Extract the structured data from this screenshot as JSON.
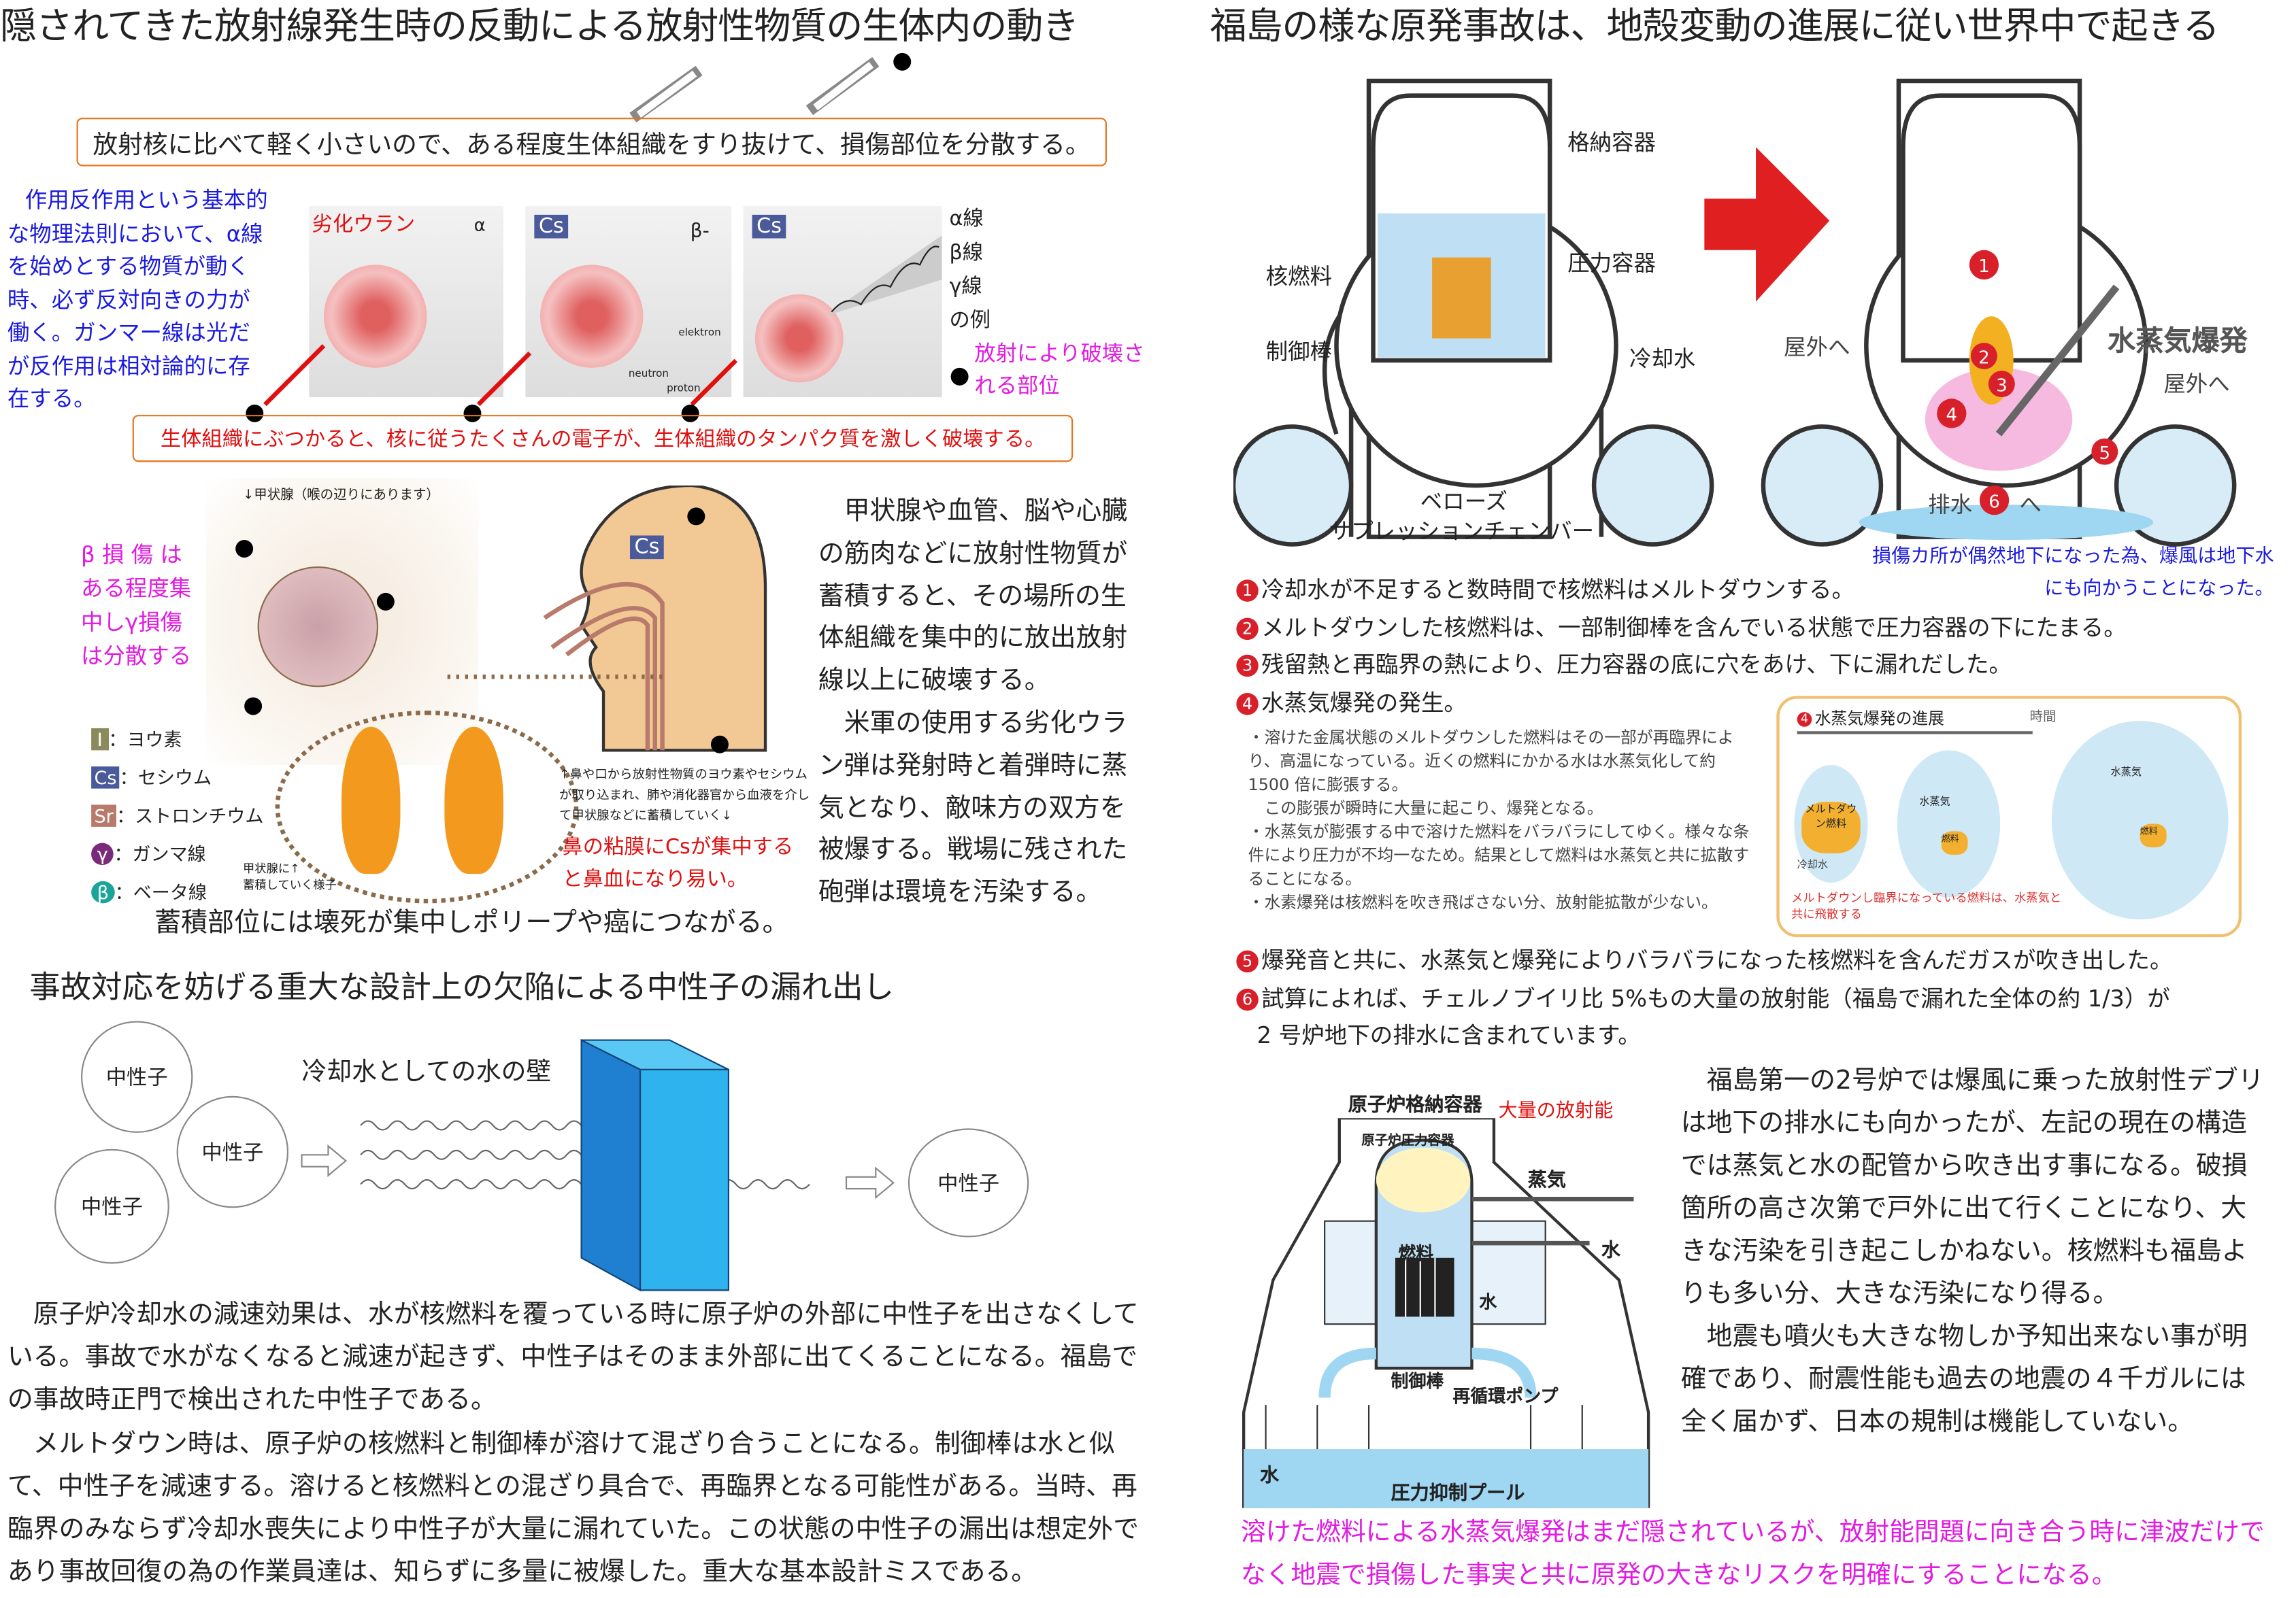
{
  "left": {
    "title": "隠されてきた放射線発生時の反動による放射性物質の生体内の動き",
    "top_box": "放射核に比べて軽く小さいので、ある程度生体組織をすり抜けて、損傷部位を分散する。",
    "physics_note": "作用反作用という基本的な物理法則において、α線を始めとする物質が動く時、必ず反対向きの力が働く。ガンマー線は光だが反作用は相対論的に存在する。",
    "atom_labels": {
      "uranium": "劣化ウラン",
      "cs": "Cs",
      "alpha": "α",
      "beta": "β-",
      "electron": "elektron",
      "neutron": "neutron",
      "proton": "proton"
    },
    "ray_labels": [
      "α線",
      "β線",
      "γ線",
      "の例"
    ],
    "damage_note": "放射により破壊される部位",
    "bottom_box": "生体組織にぶつかると、核に従うたくさんの電子が、生体組織のタンパク質を激しく破壊する。",
    "thyroid_caption": "↓甲状腺（喉の辺りにあります）",
    "beta_note": [
      "β 損 傷 は",
      "ある程度集",
      "中しγ損傷",
      "は分散する"
    ],
    "legend": [
      {
        "sym": "I",
        "label": "：ヨウ素",
        "color": "#8a8a5c"
      },
      {
        "sym": "Cs",
        "label": "：セシウム",
        "color": "#4a5a9a"
      },
      {
        "sym": "Sr",
        "label": "：ストロンチウム",
        "color": "#b87a6a"
      },
      {
        "sym": "γ",
        "label": "：ガンマ線",
        "color": "#7a2a7a"
      },
      {
        "sym": "β",
        "label": "：ベータ線",
        "color": "#1aa59a"
      }
    ],
    "accum_label": "甲状腺に↑\n蓄積していく様子",
    "intake_note": "↑鼻や口から放射性物質のヨウ素やセシウムが取り込まれ、肺や消化器官から血液を介して甲状腺などに蓄積していく↓",
    "nose_note": "鼻の粘膜にCsが集中すると鼻血になり易い。",
    "right_text": "　甲状腺や血管、脳や心臓の筋肉などに放射性物質が蓄積すると、その場所の生体組織を集中的に放出放射線以上に破壊する。\n　米軍の使用する劣化ウラン弾は発射時と着弾時に蒸気となり、敵味方の双方を被爆する。戦場に残された砲弾は環境を汚染する。",
    "caption": "蓄積部位には壊死が集中しポリープや癌につながる。",
    "heading2": "事故対応を妨げる重大な設計上の欠陥による中性子の漏れ出し",
    "neutron": "中性子",
    "water_wall": "冷却水としての水の壁",
    "para1": "　原子炉冷却水の減速効果は、水が核燃料を覆っている時に原子炉の外部に中性子を出さなくしている。事故で水がなくなると減速が起きず、中性子はそのまま外部に出てくることになる。福島での事故時正門で検出された中性子である。",
    "para2": "　メルトダウン時は、原子炉の核燃料と制御棒が溶けて混ざり合うことになる。制御棒は水と似て、中性子を減速する。溶けると核燃料との混ざり具合で、再臨界となる可能性がある。当時、再臨界のみならず冷却水喪失により中性子が大量に漏れていた。この状態の中性子の漏出は想定外であり事故回復の為の作業員達は、知らずに多量に被爆した。重大な基本設計ミスである。"
  },
  "right": {
    "title": "福島の様な原発事故は、地殻変動の進展に従い世界中で起きる",
    "labels": {
      "containment": "格納容器",
      "pressure": "圧力容器",
      "fuel": "核燃料",
      "rod": "制御棒",
      "coolant": "冷却水",
      "bellows": "ベローズ",
      "chamber": "サプレッションチェンバー",
      "outside": "屋外へ",
      "steam_explosion": "水蒸気爆発",
      "drain": "排水",
      "to": "へ"
    },
    "blue_note": "損傷カ所が偶然地下になった為、爆風は地下水にも向かうことになった。",
    "items": [
      {
        "n": "1",
        "text": "冷却水が不足すると数時間で核燃料はメルトダウンする。"
      },
      {
        "n": "2",
        "text": "メルトダウンした核燃料は、一部制御棒を含んでいる状態で圧力容器の下にたまる。"
      },
      {
        "n": "3",
        "text": "残留熱と再臨界の熱により、圧力容器の底に穴をあけ、下に漏れだした。"
      },
      {
        "n": "4",
        "text": "水蒸気爆発の発生。"
      }
    ],
    "bullets": [
      "・溶けた金属状態のメルトダウンした燃料はその一部が再臨界により、高温になっている。近くの燃料にかかる水は水蒸気化して約 1500 倍に膨張する。",
      "　この膨張が瞬時に大量に起こり、爆発となる。",
      "・水蒸気が膨張する中で溶けた燃料をバラバラにしてゆく。様々な条件により圧力が不均一なため。結果として燃料は水蒸気と共に拡散することになる。",
      "・水素爆発は核燃料を吹き飛ばさない分、放射能拡散が少ない。"
    ],
    "progress": {
      "title": "水蒸気爆発の進展",
      "time": "時間",
      "steam": "水蒸気",
      "fuel": "燃料",
      "melt": "メルトダウン燃料",
      "coolant": "冷却水",
      "note": "メルトダウンし臨界になっている燃料は、水蒸気と共に飛散する"
    },
    "items2": [
      {
        "n": "5",
        "text": "爆発音と共に、水蒸気と爆発によりバラバラになった核燃料を含んだガスが吹き出した。"
      },
      {
        "n": "6",
        "text": "試算によれば、チェルノブイリ比 5%もの大量の放射能（福島で漏れた全体の約 1/3）が"
      }
    ],
    "item6_cont": "2 号炉地下の排水に含まれています。",
    "diagram2": {
      "containment": "原子炉格納容器",
      "vessel": "原子炉圧力容器",
      "radioactivity": "大量の放射能",
      "steam": "蒸気",
      "water": "水",
      "fuel": "燃料",
      "rod": "制御棒",
      "pump": "再循環ポンプ",
      "pool": "圧力抑制プール"
    },
    "text": "　福島第一の2号炉では爆風に乗った放射性デブリは地下の排水にも向かったが、左記の現在の構造では蒸気と水の配管から吹き出す事になる。破損箇所の高さ次第で戸外に出て行くことになり、大きな汚染を引き起こしかねない。核燃料も福島よりも多い分、大きな汚染になり得る。\n　地震も噴火も大きな物しか予知出来ない事が明確であり、耐震性能も過去の地震の４千ガルには全く届かず、日本の規制は機能していない。",
    "bottom": "溶けた燃料による水蒸気爆発はまだ隠されているが、放射能問題に向き合う時に津波だけでなく地震で損傷した事実と共に原発の大きなリスクを明確にすることになる。"
  }
}
